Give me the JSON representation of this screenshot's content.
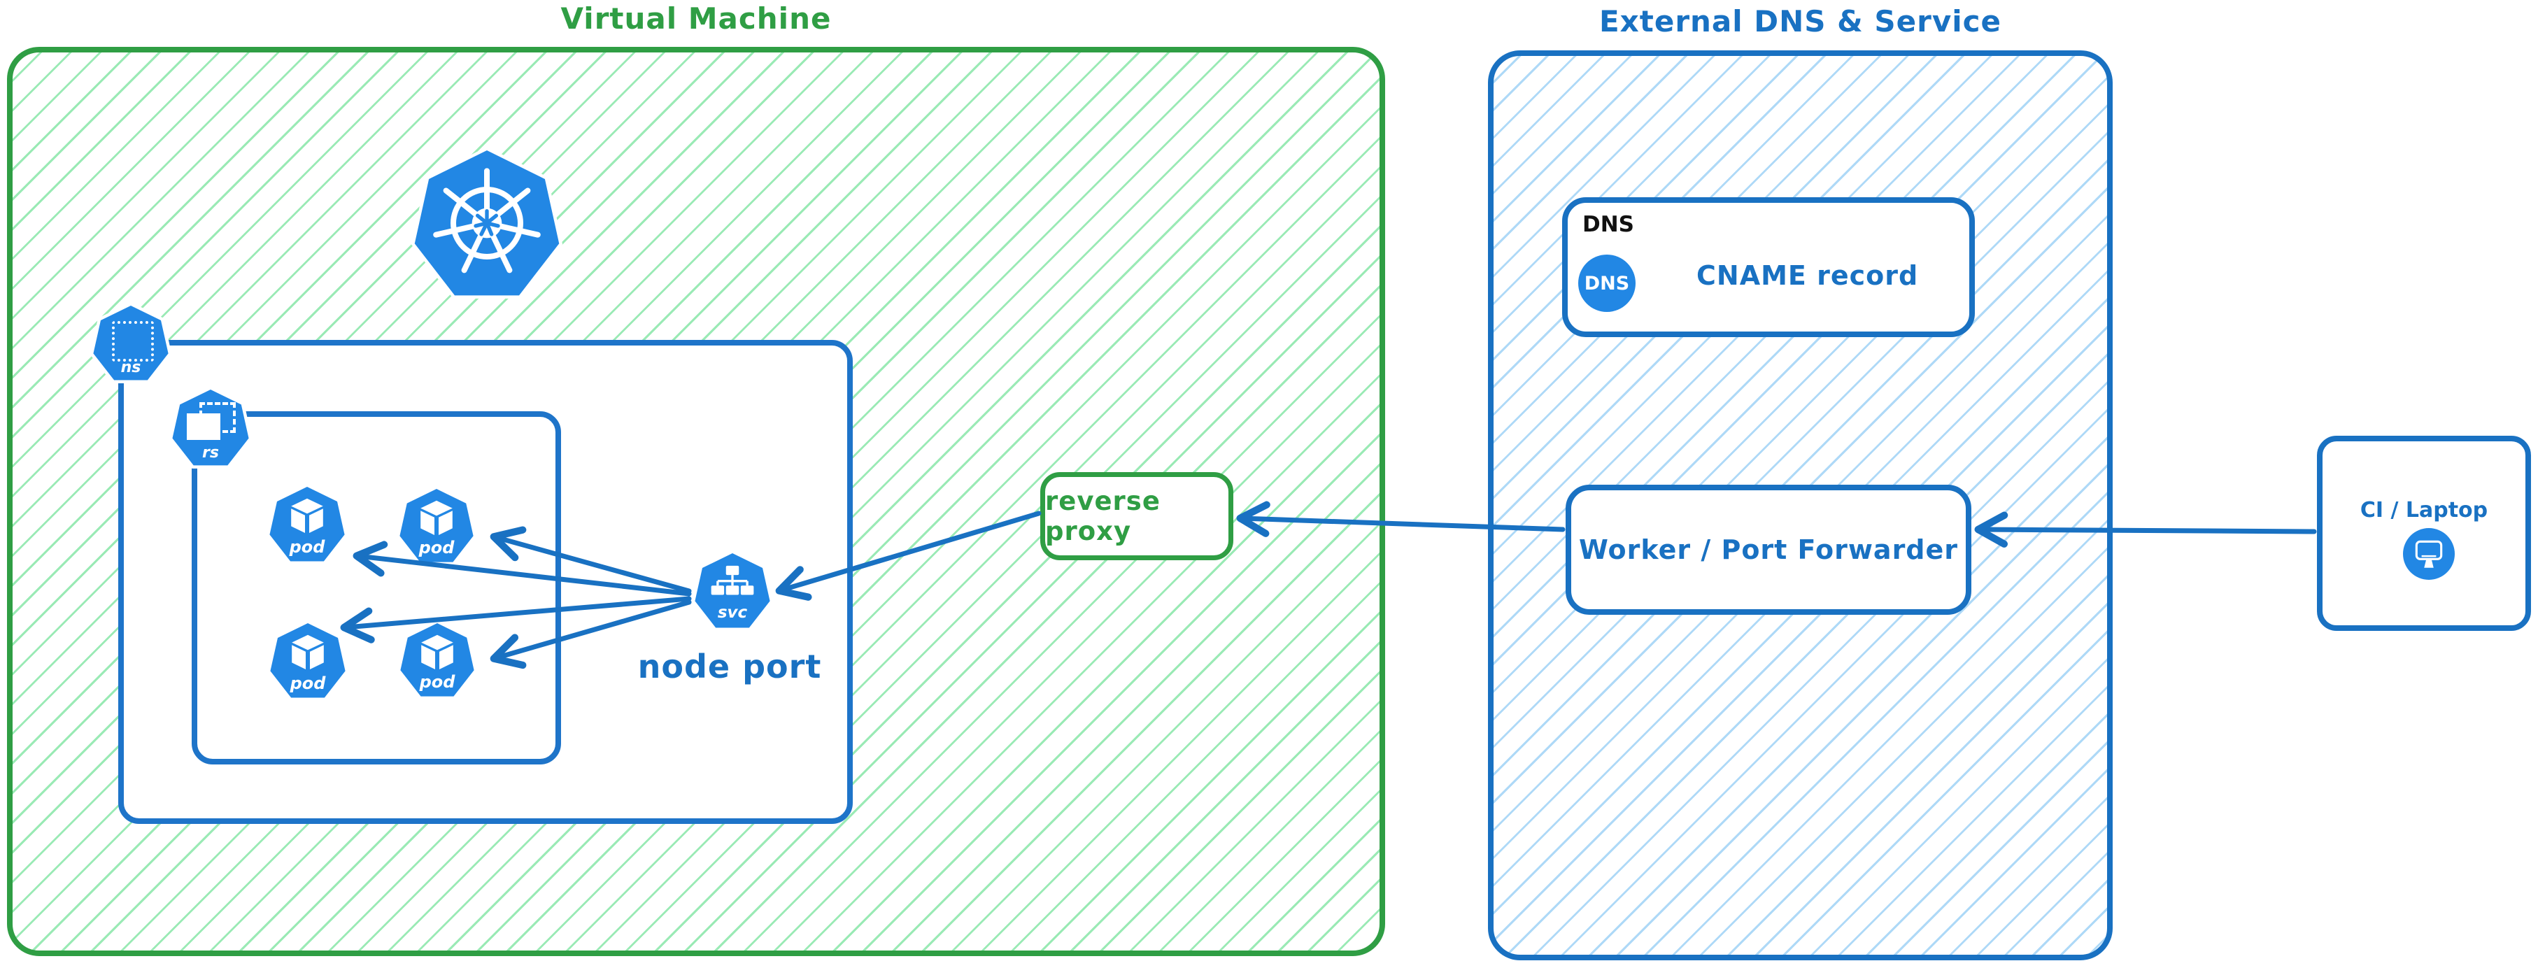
{
  "titles": {
    "vm": "Virtual Machine",
    "external": "External DNS & Service"
  },
  "vm": {
    "ns_label": "ns",
    "rs_label": "rs",
    "svc_label": "svc",
    "pods": [
      "pod",
      "pod",
      "pod",
      "pod"
    ],
    "node_port_label": "node port",
    "reverse_proxy_label": "reverse proxy"
  },
  "external": {
    "dns_header": "DNS",
    "dns_badge": "DNS",
    "cname_label": "CNAME record",
    "worker_label": "Worker / Port Forwarder"
  },
  "ci": {
    "label": "CI / Laptop"
  },
  "icons": {
    "kubernetes": "helm-wheel",
    "ns": "dotted-square",
    "rs": "stacked-squares",
    "pod": "cube",
    "svc": "service-tree",
    "dns": "dns-badge",
    "ci": "monitor"
  },
  "colors": {
    "green_stroke": "#2f9e44",
    "green_hatch": "#9aeab5",
    "blue_stroke": "#1971c2",
    "inner_box_blue": "#1e74c9",
    "blue_hatch": "#aed9f7",
    "icon_blue": "#2287e4",
    "shadow_gray": "#828891"
  }
}
